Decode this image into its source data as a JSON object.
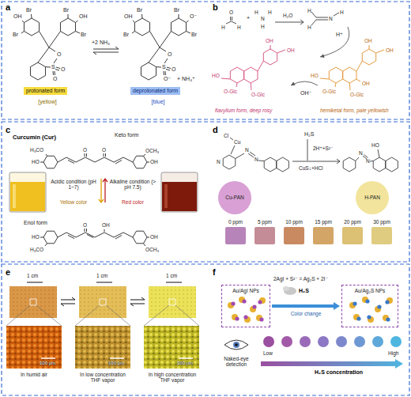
{
  "diagram": {
    "nodes": [
      {
        "text": [
          "protonated form"
        ]
      },
      {
        "text": [
          "deprotonated form"
        ]
      },
      {
        "text": [
          "Cu-PAN"
        ]
      },
      {
        "text": [
          "H-PAN"
        ]
      },
      {
        "text": [
          "Au/AgI NPs"
        ]
      },
      {
        "text": [
          "Au/Ag₂S NPs"
        ]
      }
    ],
    "edges": [
      {
        "from": 4,
        "to": 5,
        "arrow": "to",
        "label": "Color change"
      }
    ],
    "labels": [
      "a",
      "b",
      "c",
      "d",
      "e",
      "f",
      "+2 NH₃",
      "+ NH₄⁺",
      "Br",
      "OH",
      "Br",
      "Br",
      "OH",
      "Br",
      "O",
      "S",
      "O",
      "O",
      "Br",
      "OH",
      "Br",
      "Br",
      "O⁻",
      "Br",
      "O",
      "S",
      "O",
      "O⁻",
      "[yellow]",
      "[blue]",
      "O",
      "H",
      "H",
      "+",
      "H",
      "N",
      "H",
      "H",
      "H₂O",
      "H",
      "H",
      "N",
      "H",
      "H⁺",
      "OH⁻",
      "HO",
      "OH",
      "OH",
      "O-Glc",
      "O-Glc",
      "HO",
      "OH",
      "OH",
      "OH",
      "O-Glc",
      "O-Glc",
      "flavylium form, deep rosy",
      "hemiketal form, pale yellowish",
      "Curcumin (Cur)",
      "Keto form",
      "O",
      "O",
      "HO",
      "H₃CO",
      "OCH₃",
      "OH",
      "Acidic condition (pH 1~7)",
      "Yellow color",
      "Alkaline condition (> pH 7.5)",
      "Red color",
      "Enol form",
      "O",
      "OH",
      "H₃CO",
      "HO",
      "OCH₃",
      "OH",
      "Cl",
      "Cu",
      "N",
      "N",
      "N",
      "HO",
      "N",
      "N",
      "H₂S",
      "2H⁺+S²⁻",
      "CuS↓+HCl",
      "0 ppm",
      "5 ppm",
      "10 ppm",
      "15 ppm",
      "20 ppm",
      "30 ppm",
      "1 cm",
      "1 cm",
      "1 cm",
      "100 μm",
      "100 μm",
      "100 μm",
      "In humid air",
      "In low concentration THF vapor",
      "In high concentration THF vapor",
      "2AgI + S²⁻ = Ag₂S + 2I⁻",
      "H₂S",
      "Naked-eye detection",
      "Low",
      "High",
      "H₂S concentration"
    ]
  }
}
